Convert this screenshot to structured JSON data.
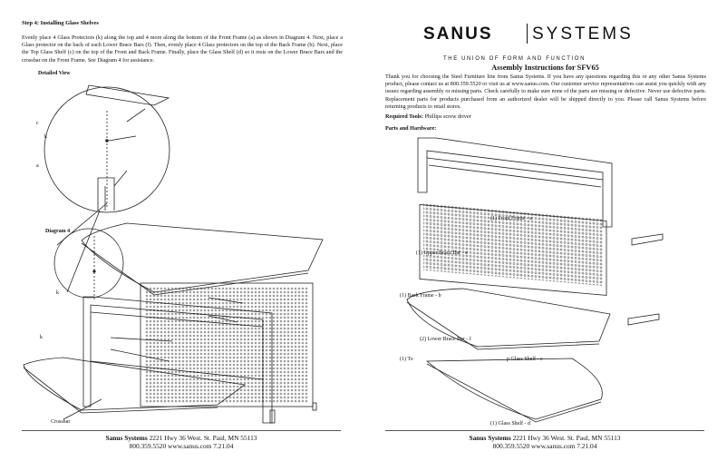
{
  "left_page": {
    "heading": "Step 4: Installing Glass Shelves",
    "body": "Evenly place 4 Glass Protectors (k) along the top and 4 more along the bottom of the Front Frame (a) as shown in Diagram 4. Next, place a Glass protector on the back of each Lower Brace Bars (f). Then, evenly place 4 Glass protectors on the top of the Back Frame (b). Next, place the Top Glass Shelf (c) on the top of the Front and Back Frame. Finally, place the Glass Shelf (d) so it rests on the Lower Brace Bars and the crossbar on the Front Frame. See Diagram 4 for assistance.",
    "detail_label": "Detailed View",
    "diagram_label": "Diagram 4",
    "letters": {
      "c": "c",
      "k1": "k",
      "a": "a",
      "k2": "k",
      "k3": "k"
    },
    "crossbar_label": "Crossbar",
    "footer_company": "Sanus Systems",
    "footer_address": "2221 Hwy 36 West. St. Paul, MN 55113",
    "footer_line2": "800.359.5520  www.sanus.com 7.21.04"
  },
  "right_page": {
    "logo_left": "SANUS",
    "logo_right": "SYSTEMS",
    "tagline": "THE UNION OF FORM AND FUNCTION",
    "title": "Assembly Instructions for SFV65",
    "intro": "Thank you for choosing the Steel Furniture line from Sanus Systems. If you have any questions regarding this or any other Sanus Systems product, please contact us at 800.359.5520 or visit us at www.sanus.com. Our customer service representatives can assist you quickly with any issues regarding assembly or missing parts. Check carefully to make sure none of the parts are missing or defective. Never use defective parts. Replacement parts for products purchased from an authorized dealer will be shipped directly to you. Please call Sanus Systems before returning products to retail stores.",
    "tools_label": "Required Tools:",
    "tools_value": "Phillips screw driver",
    "parts_heading": "Parts and Hardware:",
    "parts": {
      "front_frame": "(1)  Front Frame - a",
      "upper_brace": "(1) Upper Brace Bar - e",
      "back_frame": "(1) Back Frame - b",
      "lower_brace": "(2) Lower Brace Bar - f",
      "top_glass_a": "(1) To",
      "top_glass_b": "p Glass Shelf - c",
      "glass_shelf": "(1) Glass Shelf - d"
    },
    "footer_company": "Sanus Systems",
    "footer_address": "2221 Hwy 36 West. St. Paul, MN 55113",
    "footer_line2": "800.359.5520  www.sanus.com 7.21.04"
  }
}
